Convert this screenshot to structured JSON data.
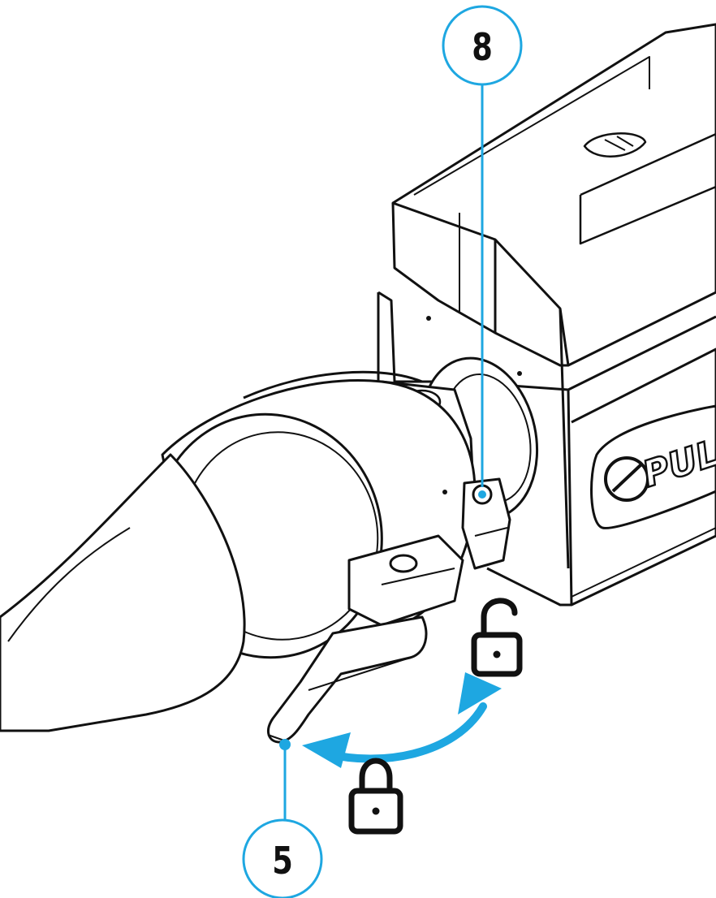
{
  "callouts": {
    "top": {
      "number": "8",
      "target": "adapter-clamp-screw"
    },
    "bottom": {
      "number": "5",
      "target": "clamp-lever"
    }
  },
  "brand_text": "PUL",
  "icons": {
    "unlocked": "unlocked-padlock-icon",
    "locked": "locked-padlock-icon",
    "rotation": "curved-rotation-arrow"
  },
  "colors": {
    "callout": "#1ea7e1",
    "line_art": "#111111",
    "background": "#ffffff"
  }
}
